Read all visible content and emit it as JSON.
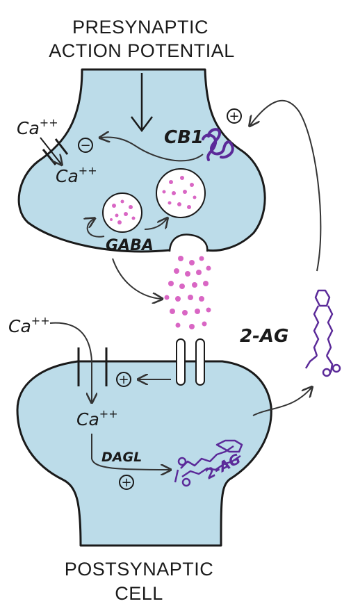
{
  "title_top": {
    "line1": "PRESYNAPTIC",
    "line2": "ACTION POTENTIAL"
  },
  "title_bottom": {
    "line1": "POSTSYNAPTIC",
    "line2": "CELL"
  },
  "labels": {
    "ca_top_outer": "Ca",
    "ca_top_inner": "Ca",
    "ca_bottom_outer": "Ca",
    "ca_bottom_inner": "Ca",
    "superscript": "++",
    "cb1": "CB1",
    "gaba": "GABA",
    "dagl": "DAGL",
    "two_ag_right": "2-AG",
    "two_ag_lower": "2-AG"
  },
  "signs": {
    "plus": "+",
    "minus": "−"
  },
  "colors": {
    "membrane_fill": "#bcdce9",
    "outline": "#1a1a1a",
    "vesicle_dot": "#d966c4",
    "vesicle_fill": "#ffffff",
    "molecule": "#5b2a99"
  }
}
